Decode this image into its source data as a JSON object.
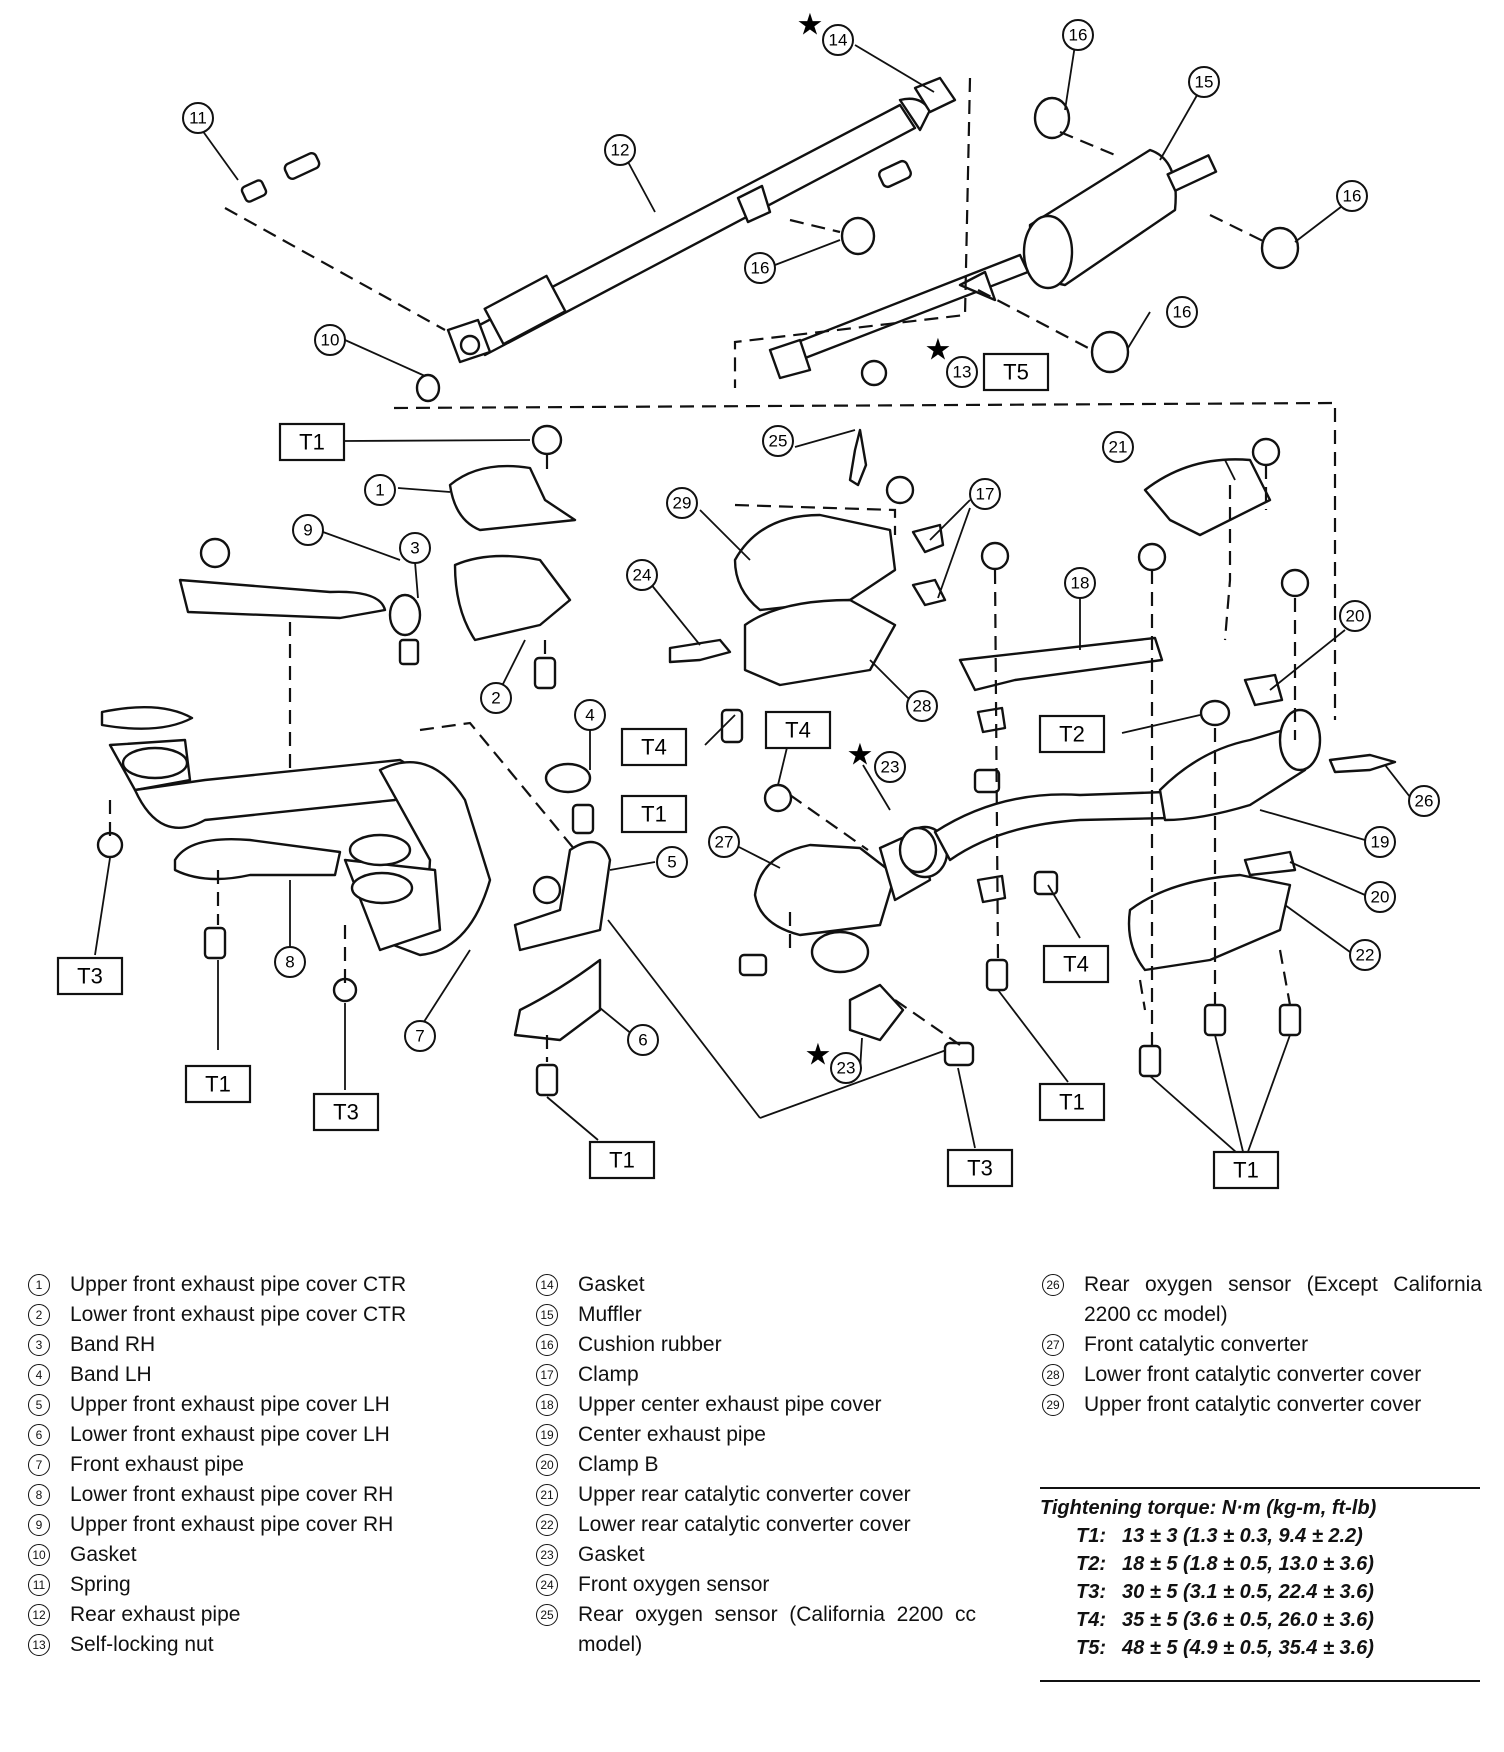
{
  "callouts": {
    "c1": "1",
    "c2": "2",
    "c3": "3",
    "c4": "4",
    "c5": "5",
    "c6": "6",
    "c7": "7",
    "c8": "8",
    "c9": "9",
    "c10": "10",
    "c11": "11",
    "c12": "12",
    "c13": "13",
    "c14": "14",
    "c15": "15",
    "c16": "16",
    "c17": "17",
    "c18": "18",
    "c19": "19",
    "c20": "20",
    "c21": "21",
    "c22": "22",
    "c23": "23",
    "c24": "24",
    "c25": "25",
    "c26": "26",
    "c27": "27",
    "c28": "28",
    "c29": "29"
  },
  "torque_labels": {
    "t1": "T1",
    "t2": "T2",
    "t3": "T3",
    "t4": "T4",
    "t5": "T5"
  },
  "star_symbol": "★",
  "legend": {
    "col1": [
      {
        "num": "1",
        "text": "Upper front exhaust pipe cover CTR"
      },
      {
        "num": "2",
        "text": "Lower front exhaust pipe cover CTR"
      },
      {
        "num": "3",
        "text": "Band RH"
      },
      {
        "num": "4",
        "text": "Band LH"
      },
      {
        "num": "5",
        "text": "Upper front exhaust pipe cover LH"
      },
      {
        "num": "6",
        "text": "Lower front exhaust pipe cover LH"
      },
      {
        "num": "7",
        "text": "Front exhaust pipe"
      },
      {
        "num": "8",
        "text": "Lower front exhaust pipe cover RH"
      },
      {
        "num": "9",
        "text": "Upper front exhaust pipe cover RH"
      },
      {
        "num": "10",
        "text": "Gasket"
      },
      {
        "num": "11",
        "text": "Spring"
      },
      {
        "num": "12",
        "text": "Rear exhaust pipe"
      },
      {
        "num": "13",
        "text": "Self-locking nut"
      }
    ],
    "col2": [
      {
        "num": "14",
        "text": "Gasket"
      },
      {
        "num": "15",
        "text": "Muffler"
      },
      {
        "num": "16",
        "text": "Cushion rubber"
      },
      {
        "num": "17",
        "text": "Clamp"
      },
      {
        "num": "18",
        "text": "Upper center exhaust pipe cover"
      },
      {
        "num": "19",
        "text": "Center exhaust pipe"
      },
      {
        "num": "20",
        "text": "Clamp B"
      },
      {
        "num": "21",
        "text": "Upper rear catalytic converter cover"
      },
      {
        "num": "22",
        "text": "Lower rear catalytic converter cover"
      },
      {
        "num": "23",
        "text": "Gasket"
      },
      {
        "num": "24",
        "text": "Front oxygen sensor"
      },
      {
        "num": "25",
        "text": "Rear oxygen sensor (California 2200 cc model)"
      }
    ],
    "col3": [
      {
        "num": "26",
        "text": "Rear oxygen sensor (Except California 2200 cc model)"
      },
      {
        "num": "27",
        "text": "Front catalytic converter"
      },
      {
        "num": "28",
        "text": "Lower front catalytic converter cover"
      },
      {
        "num": "29",
        "text": "Upper front catalytic converter cover"
      }
    ]
  },
  "torque_spec": {
    "title": "Tightening torque: N·m (kg-m, ft-lb)",
    "rows": [
      {
        "key": "T1:",
        "value": "13 ± 3 (1.3 ± 0.3, 9.4 ± 2.2)"
      },
      {
        "key": "T2:",
        "value": "18 ± 5 (1.8 ± 0.5, 13.0 ± 3.6)"
      },
      {
        "key": "T3:",
        "value": "30 ± 5 (3.1 ± 0.5, 22.4 ± 3.6)"
      },
      {
        "key": "T4:",
        "value": "35 ± 5 (3.6 ± 0.5, 26.0 ± 3.6)"
      },
      {
        "key": "T5:",
        "value": "48 ± 5 (4.9 ± 0.5, 35.4 ± 3.6)"
      }
    ]
  }
}
